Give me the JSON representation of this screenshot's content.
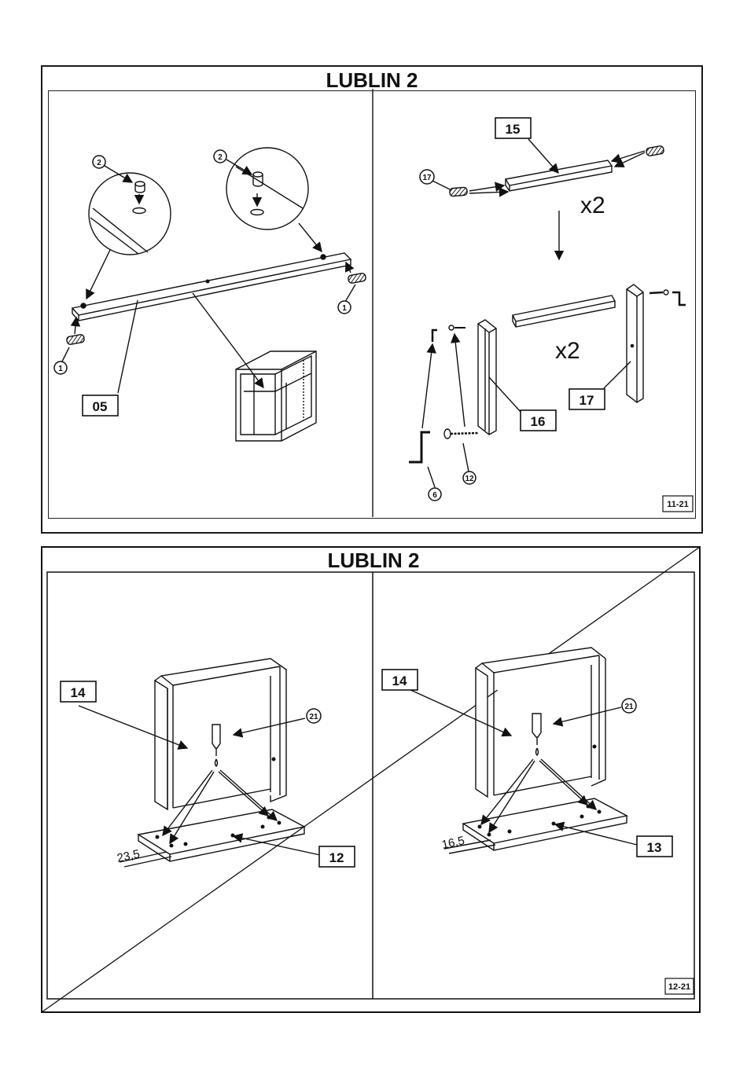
{
  "sheet1": {
    "title": "LUBLIN 2",
    "page_code": "11-21",
    "left_panel": {
      "part_label": "05",
      "callouts": [
        "2",
        "2",
        "1",
        "1"
      ]
    },
    "right_panel": {
      "part_labels": [
        "15",
        "16",
        "17"
      ],
      "multiplier_top": "x2",
      "multiplier_bottom": "x2",
      "callouts": [
        "17",
        "6",
        "12"
      ]
    }
  },
  "sheet2": {
    "title": "LUBLIN 2",
    "page_code": "12-21",
    "left_panel": {
      "part_labels": [
        "14",
        "12"
      ],
      "callout": "21",
      "dimension": "23,5"
    },
    "right_panel": {
      "part_labels": [
        "14",
        "13"
      ],
      "callout": "21",
      "dimension": "16,5"
    }
  }
}
